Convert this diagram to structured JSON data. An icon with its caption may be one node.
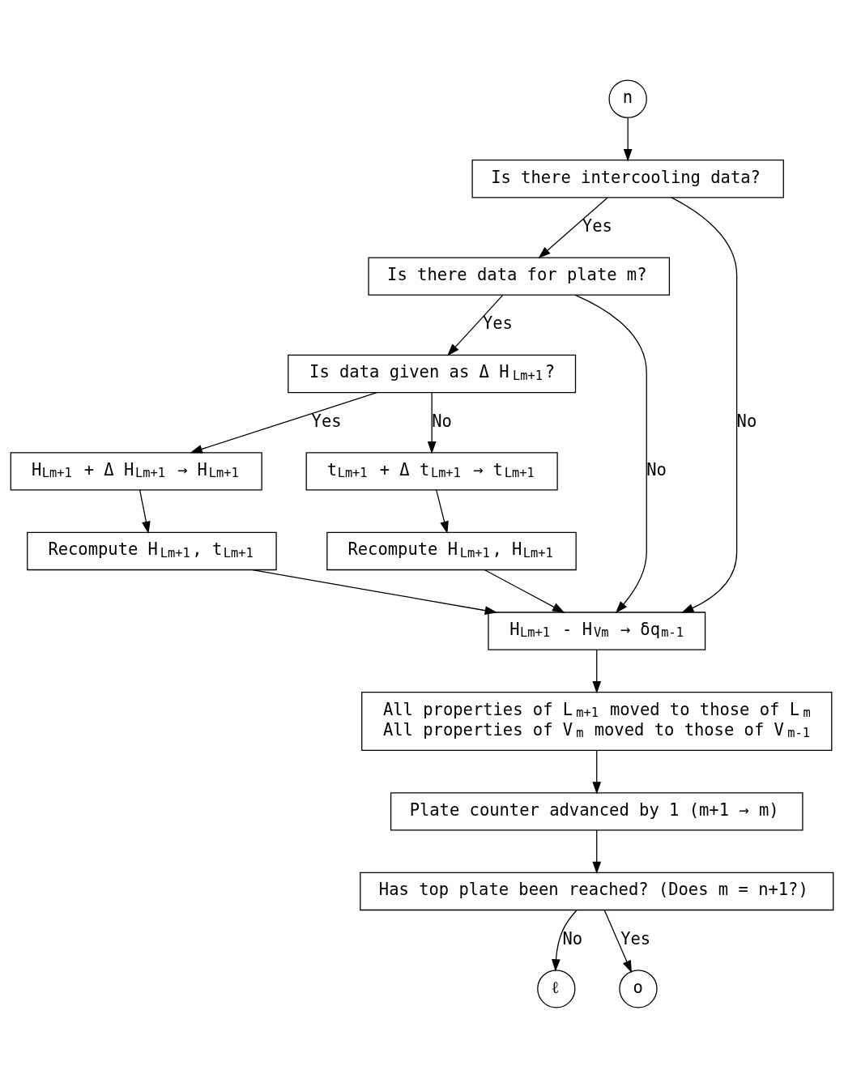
{
  "diagram": {
    "nodes": [
      {
        "text": [
          "n"
        ]
      },
      {
        "text": [
          "Is there intercooling data?"
        ]
      },
      {
        "text": [
          "Is there data for plate m?"
        ]
      },
      {
        "text": [
          "Is data given as Δ H$_{Lm+1}$?"
        ]
      },
      {
        "text": [
          "H$_{Lm+1}$ + Δ H$_{Lm+1}$ → H$_{Lm+1}$"
        ]
      },
      {
        "text": [
          "t$_{Lm+1}$ + Δ t$_{Lm+1}$ → t$_{Lm+1}$"
        ]
      },
      {
        "text": [
          "Recompute H$_{Lm+1}$, t$_{Lm+1}$"
        ]
      },
      {
        "text": [
          "Recompute H$_{Lm+1}$, H$_{Lm+1}$"
        ]
      },
      {
        "text": [
          "H$_{Lm+1}$ - H$_{Vm}$ → δq$_{m-1}$"
        ]
      },
      {
        "text": [
          "All properties of L$_{m+1}$ moved to those of L$_{m}$",
          "All properties of V$_{m}$ moved to those of V$_{m-1}$"
        ]
      },
      {
        "text": [
          "Plate counter advanced by 1 (m+1 → m)"
        ]
      },
      {
        "text": [
          "Has top plate been reached? (Does m = n+1?)"
        ]
      },
      {
        "text": [
          "ℓ"
        ]
      },
      {
        "text": [
          "o"
        ]
      }
    ],
    "edges": [
      {
        "from": 0,
        "to": 1,
        "arrow": "to"
      },
      {
        "from": 1,
        "to": 2,
        "arrow": "to",
        "label": "Yes"
      },
      {
        "from": 1,
        "to": 8,
        "arrow": "to",
        "label": "No"
      },
      {
        "from": 2,
        "to": 3,
        "arrow": "to",
        "label": "Yes"
      },
      {
        "from": 2,
        "to": 8,
        "arrow": "to",
        "label": "No"
      },
      {
        "from": 3,
        "to": 4,
        "arrow": "to",
        "label": "Yes"
      },
      {
        "from": 3,
        "to": 5,
        "arrow": "to",
        "label": "No"
      },
      {
        "from": 4,
        "to": 6,
        "arrow": "to"
      },
      {
        "from": 5,
        "to": 7,
        "arrow": "to"
      },
      {
        "from": 6,
        "to": 8,
        "arrow": "to"
      },
      {
        "from": 7,
        "to": 8,
        "arrow": "to"
      },
      {
        "from": 8,
        "to": 9,
        "arrow": "to"
      },
      {
        "from": 9,
        "to": 10,
        "arrow": "to"
      },
      {
        "from": 10,
        "to": 11,
        "arrow": "to"
      },
      {
        "from": 11,
        "to": 12,
        "arrow": "to",
        "label": "No"
      },
      {
        "from": 11,
        "to": 13,
        "arrow": "to",
        "label": "Yes"
      }
    ]
  }
}
